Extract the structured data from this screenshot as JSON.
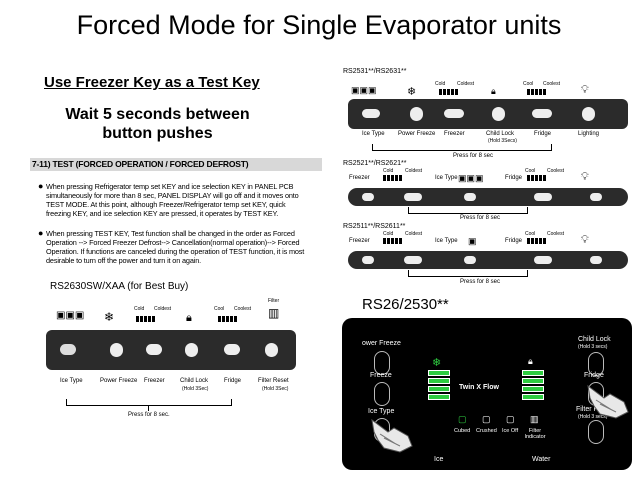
{
  "title": "Forced Mode for Single Evaporator units",
  "subtitle1": "Use Freezer Key as a Test Key",
  "subtitle2": "Wait 5 seconds between button pushes",
  "manual": {
    "section_header": "7-11) TEST (FORCED OPERATION / FORCED DEFROST)",
    "bullet1": "When pressing Refrigerator temp set KEY and ice selection KEY in PANEL PCB simultaneously for more than 8 sec, PANEL DISPLAY will go off and it moves onto TEST MODE. At this point, although Freezer/Refrigerator temp set KEY, quick freezing KEY, and ice selection KEY are pressed, it operates by TEST KEY.",
    "bullet2": "When pressing TEST KEY, Test function shall be changed in the order as Forced Operation --> Forced Freezer Defrost--> Cancellation(normal operation)--> Forced Operation. If functions are canceled during the operation of TEST function, it is most desirable to turn off the power and turn it on again.",
    "model": "RS2630SW/XAA (for Best Buy)",
    "top_labels": [
      "Cold",
      "Coldest",
      "Cool",
      "Coolest",
      "Filter"
    ],
    "buttons": [
      "Ice Type",
      "Power Freeze",
      "Freezer",
      "Child Lock",
      "Fridge",
      "Filter Reset"
    ],
    "hold_child": "(Hold 3Sec)",
    "hold_filter": "(Hold 3Sec)",
    "press_label": "Press for 8 sec."
  },
  "panel1": {
    "model": "RS2531**/RS2631**",
    "top_labels": [
      "Cold",
      "Coldest",
      "Cool",
      "Coolest"
    ],
    "buttons": [
      "Ice Type",
      "Power Freeze",
      "Freezer",
      "Child Lock",
      "Fridge",
      "Lighting"
    ],
    "hold": "(Hold 3Secs)",
    "press_label": "Press for 8 sec"
  },
  "panel2": {
    "model": "RS2521**/RS2621**",
    "labels": [
      "Freezer",
      "Ice Type",
      "Fridge"
    ],
    "top_labels": [
      "Cold",
      "Coldest",
      "Cool",
      "Coolest"
    ],
    "press_label": "Press for 8 sec"
  },
  "panel3": {
    "model": "RS2511**/RS2611**",
    "labels": [
      "Freezer",
      "Ice Type",
      "Fridge"
    ],
    "top_labels": [
      "Cold",
      "Coldest",
      "Cool",
      "Coolest"
    ],
    "press_label": "Press for 8 sec"
  },
  "panel4": {
    "model": "RS26/2530**",
    "power_freeze": "ower Freeze",
    "freeze": "Freeze",
    "ice_type": "Ice Type",
    "child_lock": "Child Lock",
    "child_lock_hold": "(Hold 3 secs)",
    "fridge": "Fridge",
    "filter_reset": "Filter Re",
    "filter_reset_hold": "(Hold 3 secs)",
    "twin_flow": "Twin X Flow",
    "ice_options": [
      "Cubed",
      "Crushed",
      "Ice Off"
    ],
    "filter_indicator": "Filter Indicator",
    "ice": "Ice",
    "water": "Water"
  },
  "colors": {
    "panel_dark": "#2b2b2b",
    "led_green": "#2ecc40",
    "oval_gray": "#bbbbbb"
  }
}
